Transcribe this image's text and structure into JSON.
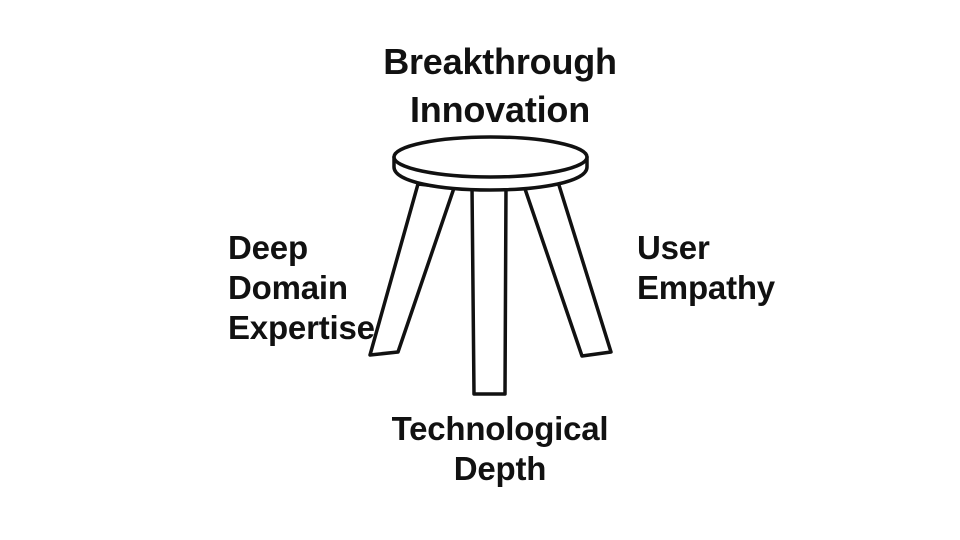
{
  "title": {
    "line1": "Breakthrough",
    "line2": "Innovation"
  },
  "left_label": {
    "line1": "Deep",
    "line2": "Domain",
    "line3": "Expertise"
  },
  "right_label": {
    "line1": "User",
    "line2": "Empathy"
  },
  "bottom_label": {
    "line1": "Technological",
    "line2": "Depth"
  },
  "colors": {
    "stroke": "#111111",
    "fill": "#ffffff"
  },
  "icons": [
    "stool-icon"
  ]
}
